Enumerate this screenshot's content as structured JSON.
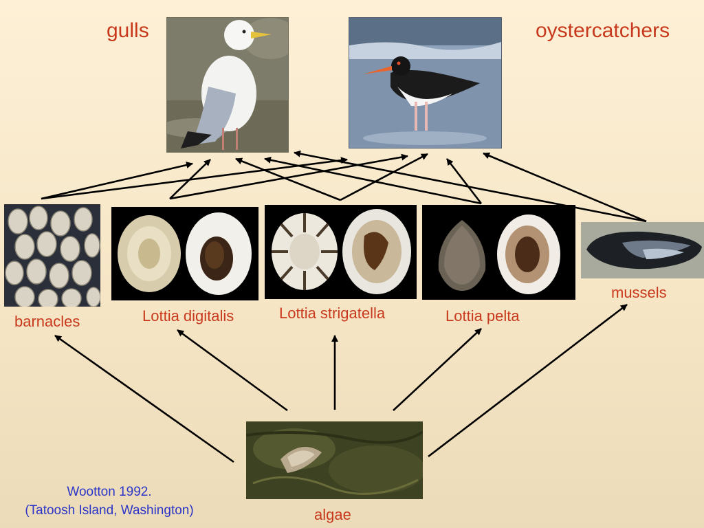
{
  "labels": {
    "gulls": "gulls",
    "oystercatchers": "oystercatchers",
    "barnacles": "barnacles",
    "lottia_digitalis": "Lottia digitalis",
    "lottia_strigatella": "Lottia strigatella",
    "lottia_pelta": "Lottia pelta",
    "mussels": "mussels",
    "algae": "algae"
  },
  "credit": {
    "line1": "Wootton 1992.",
    "line2": "(Tatoosh Island, Washington)"
  },
  "colors": {
    "label": "#c8381c",
    "credit": "#2b35c8",
    "arrow": "#000000"
  }
}
